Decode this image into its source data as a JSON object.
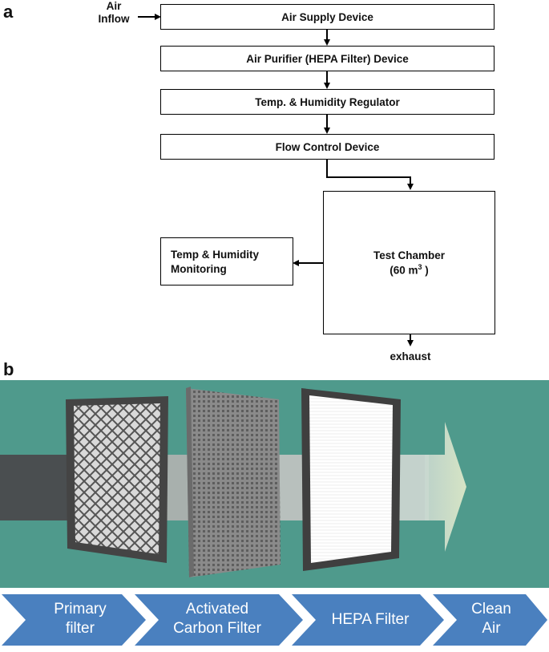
{
  "panel_a": {
    "letter": "a",
    "air_inflow": {
      "line1": "Air",
      "line2": "Inflow"
    },
    "boxes": {
      "air_supply": "Air Supply Device",
      "air_purifier": "Air Purifier (HEPA Filter) Device",
      "temp_regulator": "Temp. & Humidity Regulator",
      "flow_control": "Flow Control Device",
      "test_chamber": {
        "line1": "Test Chamber",
        "line2_prefix": "(60 m",
        "line2_sup": "3",
        "line2_suffix": " )"
      },
      "monitoring": {
        "line1": "Temp & Humidity",
        "line2": "Monitoring"
      }
    },
    "exhaust": "exhaust"
  },
  "panel_b": {
    "letter": "b",
    "background_color": "#4f9a8c",
    "chevron_color": "#4a80bf",
    "stages": [
      {
        "line1": "Primary",
        "line2": "filter"
      },
      {
        "line1": "Activated",
        "line2": "Carbon Filter"
      },
      {
        "line1": "HEPA Filter",
        "line2": ""
      },
      {
        "line1": "Clean",
        "line2": "Air"
      }
    ]
  }
}
